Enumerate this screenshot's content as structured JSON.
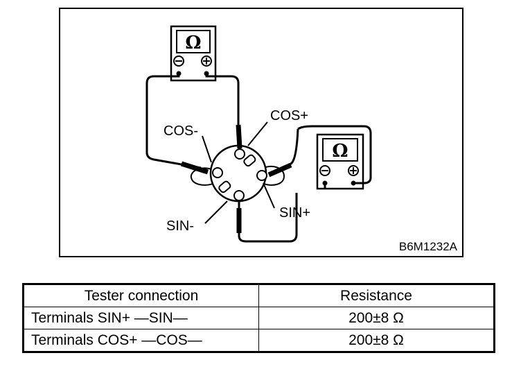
{
  "diagram": {
    "labels": {
      "cos_plus": "COS+",
      "cos_minus": "COS-",
      "sin_plus": "SIN+",
      "sin_minus": "SIN-",
      "figure_code": "B6M1232A"
    },
    "meter_symbol": "Ω",
    "meter_minus": "⊖",
    "meter_plus": "⊕"
  },
  "table": {
    "headers": [
      "Tester connection",
      "Resistance"
    ],
    "rows": [
      [
        "Terminals SIN+ —SIN—",
        "200±8 Ω"
      ],
      [
        "Terminals COS+ —COS—",
        "200±8 Ω"
      ]
    ]
  }
}
